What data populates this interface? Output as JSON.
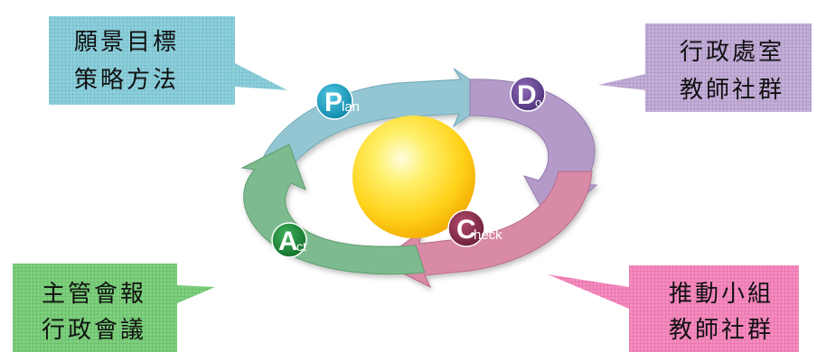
{
  "callouts": {
    "plan": {
      "line1": "願景目標",
      "line2": "策略方法",
      "color": "#7ec7d3"
    },
    "do": {
      "line1": "行政處室",
      "line2": "教師社群",
      "color": "#b8a2cf"
    },
    "act": {
      "line1": "主管會報",
      "line2": "行政會議",
      "color": "#6fc46f"
    },
    "check": {
      "line1": "推動小組",
      "line2": "教師社群",
      "color": "#f07ab3"
    }
  },
  "cycle": {
    "plan": {
      "letter": "P",
      "rest": "lan",
      "arrow_color": "#8fc3cf",
      "badge_color": "#1aa3c4"
    },
    "do": {
      "letter": "D",
      "rest": "o",
      "arrow_color": "#b39ac8",
      "badge_color": "#6a4a97"
    },
    "check": {
      "letter": "C",
      "rest": "heck",
      "arrow_color": "#d98aa6",
      "badge_color": "#8a2e4e"
    },
    "act": {
      "letter": "A",
      "rest": "ct",
      "arrow_color": "#7dbb8e",
      "badge_color": "#1f8a3c"
    }
  },
  "sphere_color": "#ffd21a"
}
